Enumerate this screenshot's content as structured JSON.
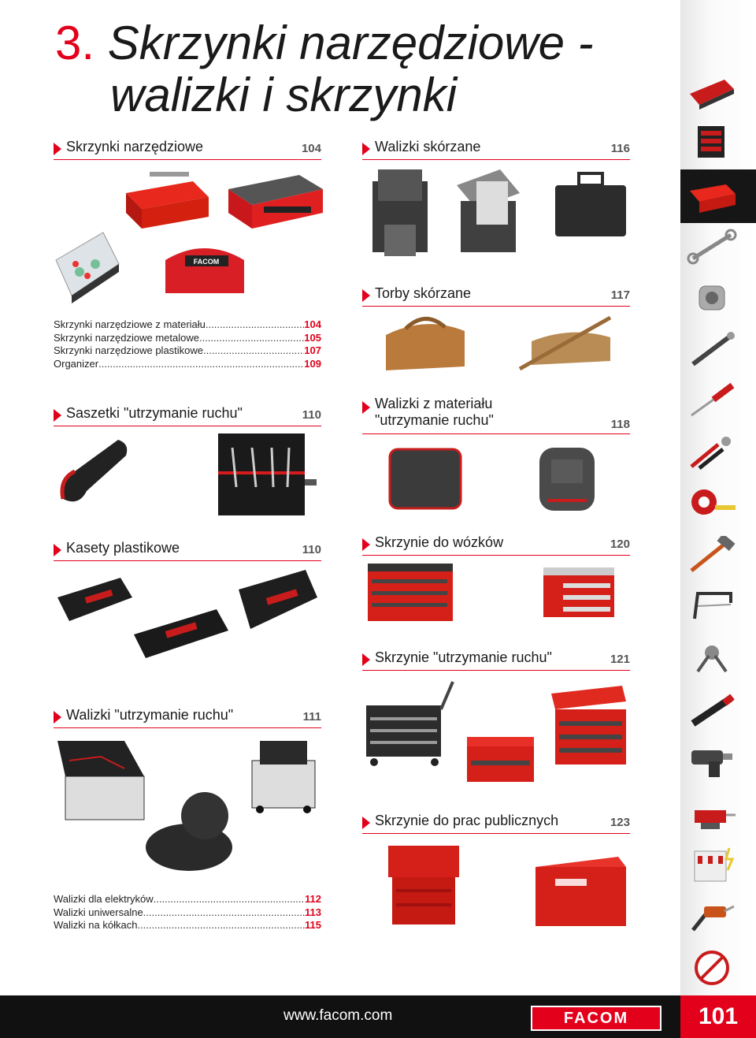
{
  "title": {
    "number": "3.",
    "line1": "Skrzynki narzędziowe -",
    "line2": "walizki i skrzynki"
  },
  "sections": {
    "s1": {
      "label": "Skrzynki narzędziowe",
      "page": "104"
    },
    "s2": {
      "label": "Walizki skórzane",
      "page": "116"
    },
    "s3": {
      "label": "Torby skórzane",
      "page": "117"
    },
    "s4": {
      "label": "Saszetki \"utrzymanie ruchu\"",
      "page": "110"
    },
    "s5": {
      "line1": "Walizki z materiału",
      "line2": "\"utrzymanie ruchu\"",
      "page": "118"
    },
    "s6": {
      "label": "Kasety plastikowe",
      "page": "110"
    },
    "s7": {
      "label": "Skrzynie do wózków",
      "page": "120"
    },
    "s8": {
      "label": "Skrzynie \"utrzymanie ruchu\"",
      "page": "121"
    },
    "s9": {
      "label": "Walizki \"utrzymanie ruchu\"",
      "page": "111"
    },
    "s10": {
      "label": "Skrzynie do prac publicznych",
      "page": "123"
    }
  },
  "toc1": [
    {
      "t": "Skrzynki narzędziowe z materiału",
      "p": "104"
    },
    {
      "t": "Skrzynki narzędziowe metalowe",
      "p": "105"
    },
    {
      "t": "Skrzynki narzędziowe plastikowe",
      "p": "107"
    },
    {
      "t": "Organizer",
      "p": "109"
    }
  ],
  "toc2": [
    {
      "t": "Walizki dla elektryków",
      "p": "112"
    },
    {
      "t": "Walizki uniwersalne",
      "p": "113"
    },
    {
      "t": "Walizki na kółkach",
      "p": "115"
    }
  ],
  "footer": {
    "url": "www.facom.com",
    "brand": "FACOM",
    "page_number": "101"
  },
  "sidebar_icons": [
    "tool-tray-icon",
    "tool-cabinet-icon",
    "toolbox-icon",
    "wrench-icon",
    "socket-icon",
    "ratchet-icon",
    "screwdriver-icon",
    "pliers-icon",
    "tape-measure-icon",
    "hammer-icon",
    "hacksaw-icon",
    "puller-icon",
    "flashlight-icon",
    "impact-wrench-icon",
    "vise-icon",
    "circuit-breaker-icon",
    "torque-tool-icon",
    "safety-sign-icon"
  ],
  "colors": {
    "accent": "#e3001b",
    "dark": "#111111"
  }
}
